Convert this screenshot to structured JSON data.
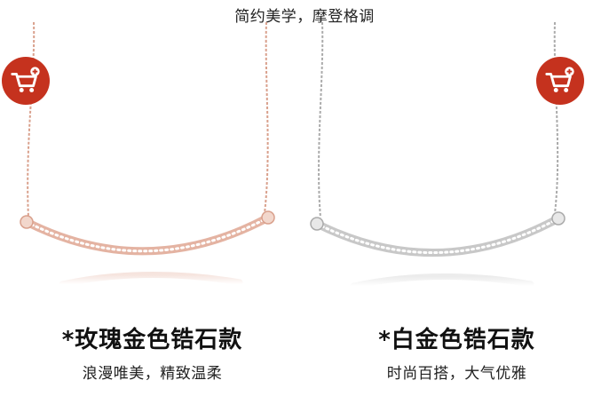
{
  "header": {
    "text": "简约美学，摩登格调"
  },
  "products": [
    {
      "title": "*玫瑰金色锆石款",
      "subtitle": "浪漫唯美，精致温柔",
      "metal_color": "#e4b3a2",
      "chain_color": "#d9a08c",
      "cart_icon": "add-to-cart-icon"
    },
    {
      "title": "*白金色锆石款",
      "subtitle": "时尚百搭，大气优雅",
      "metal_color": "#c8c8c8",
      "chain_color": "#aaaaaa",
      "cart_icon": "add-to-cart-icon"
    }
  ],
  "colors": {
    "cart_button": "#c5321e",
    "background": "#ffffff"
  }
}
